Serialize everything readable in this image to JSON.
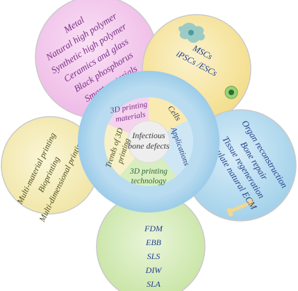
{
  "colors": {
    "materials": "#f3c9ec",
    "cells": "#f8e8a5",
    "applications": "#b8dcee",
    "technology": "#d6ecb7",
    "trends": "#f7efc0",
    "ring": "#a9d3ec",
    "center": "#eeeeee",
    "petal_border": "#c9c9c9"
  },
  "petals": {
    "materials": {
      "items": [
        "Metal",
        "Natural high polymer",
        "Synthetic high polymer",
        "Ceramics and glass",
        "Black phosphorus",
        "Smart materials"
      ]
    },
    "cells": {
      "items": [
        "MSCs",
        "iPSCs /ESCs"
      ]
    },
    "applications": {
      "items": [
        "Organ reconstruction",
        "Bone repair",
        "Tissue regeneration",
        "Simulate natural ECM"
      ]
    },
    "technology": {
      "items": [
        "FDM",
        "EBB",
        "SLS",
        "DIW",
        "SLA"
      ]
    },
    "trends": {
      "items": [
        "Multi-material printing",
        "Bioprinting",
        "Multi-dimensional printing"
      ]
    }
  },
  "ring": {
    "sectors": {
      "materials": [
        "3D printing",
        "materials"
      ],
      "cells": "Cells",
      "applications": "Applications",
      "technology": [
        "3D printing",
        "technology"
      ],
      "trends": [
        "Trends of 3D",
        "printing"
      ]
    }
  },
  "center": {
    "lines": [
      "Infectious",
      "bone defects"
    ]
  }
}
